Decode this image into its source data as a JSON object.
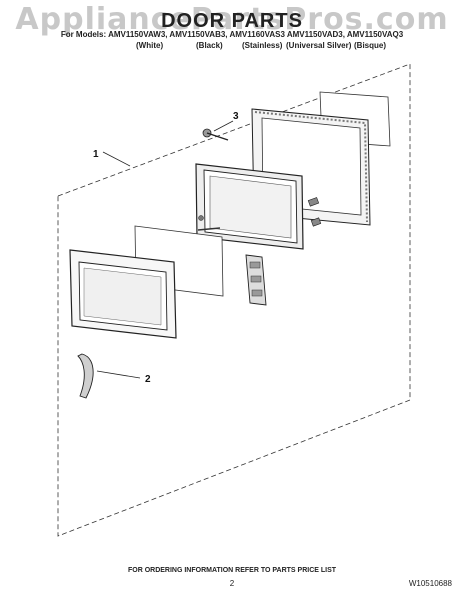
{
  "watermark": "AppliancePartsPros.com",
  "title": "DOOR PARTS",
  "models_line": "For Models: AMV1150VAW3, AMV1150VAB3, AMV1160VAS3 AMV1150VAD3, AMV1150VAQ3",
  "color_labels": [
    "(White)",
    "(Black)",
    "(Stainless)",
    "(Universal Silver)",
    "(Bisque)"
  ],
  "callouts": [
    "1",
    "2",
    "3"
  ],
  "footer_note": "FOR ORDERING INFORMATION REFER TO PARTS PRICE LIST",
  "page_number": "2",
  "document_number": "W10510688"
}
